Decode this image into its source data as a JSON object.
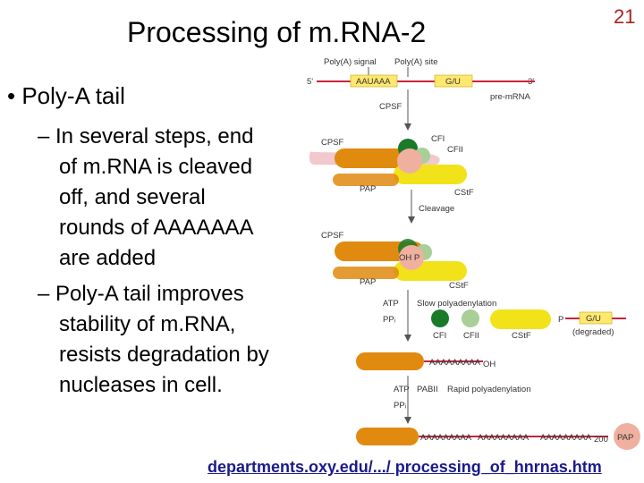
{
  "slide": {
    "title": "Processing of m.RNA-2",
    "page_number": "21",
    "bullet": "• Poly-A tail",
    "sub1": [
      "– In several steps, end",
      "of m.RNA is cleaved",
      "off, and several",
      "rounds of AAAAAAA",
      "are added"
    ],
    "sub2": [
      "– Poly-A tail improves",
      "stability of m.RNA,",
      "resists degradation by",
      "nucleases in cell."
    ],
    "footer_link": "departments.oxy.edu/.../ processing_of_hnrnas.htm"
  },
  "diagram": {
    "colors": {
      "rna": "#c8243c",
      "yellow": "#f2e21a",
      "orange": "#e08a10",
      "green_dark": "#1a7a2a",
      "green_light": "#a8cf98",
      "pink": "#f0b0a0",
      "box_yellow": "#ffe870"
    },
    "top": {
      "polya_signal": "Poly(A) signal",
      "polya_site": "Poly(A) site",
      "five_prime": "5'",
      "three_prime": "3'",
      "aauaaa": "AAUAAA",
      "gu": "G/U",
      "pre_mrna": "pre-mRNA"
    },
    "labels": {
      "cpsf": "CPSF",
      "cfi": "CFI",
      "cfii": "CFII",
      "pap": "PAP",
      "cstf": "CStF",
      "cleavage": "Cleavage",
      "oh_p": "OH P",
      "atp": "ATP",
      "ppi": "PPᵢ",
      "slow": "Slow polyadenylation",
      "p": "P",
      "degraded": "(degraded)",
      "polya_short": "AAAAAAAAA",
      "oh": "OH",
      "pabii": "PABII",
      "rapid": "Rapid polyadenylation",
      "polya_long_1": "AAAAAAAAA",
      "polya_long_2": "AAAAAAAAA",
      "polya_long_3": "AAAAAAAAA",
      "count_200": "200"
    }
  }
}
